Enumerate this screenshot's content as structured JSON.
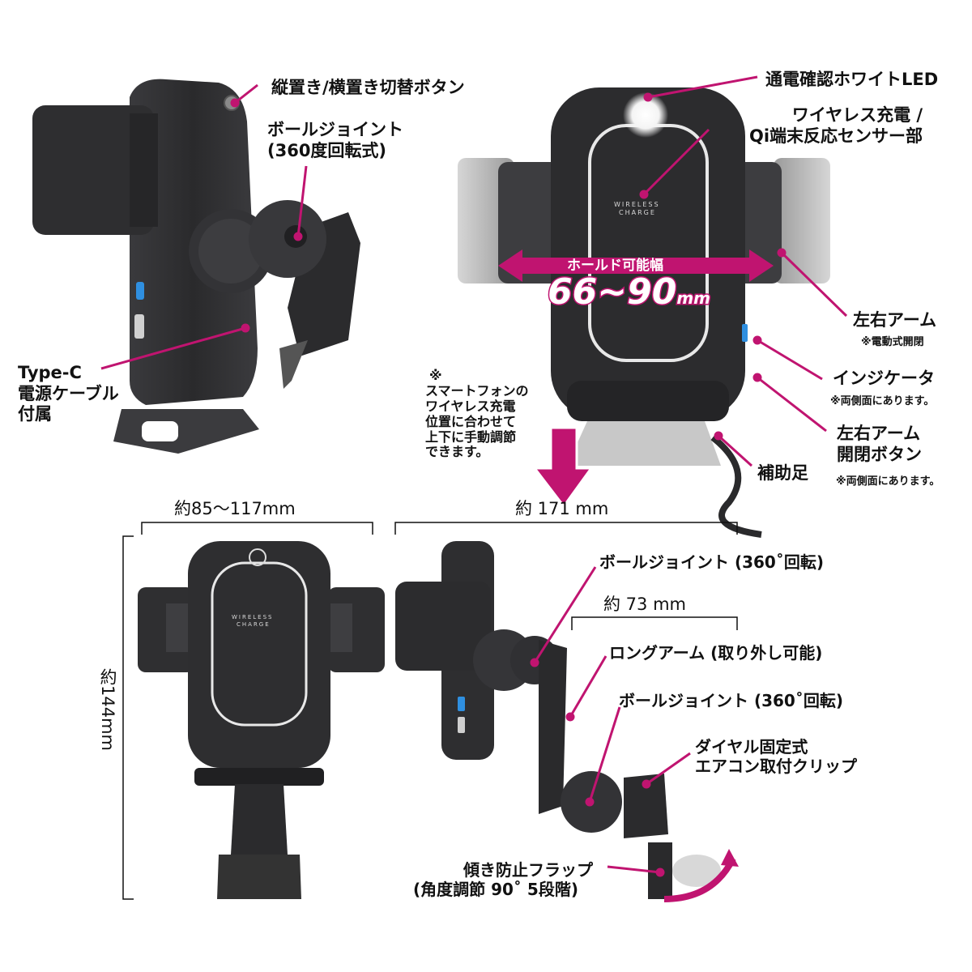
{
  "labels": {
    "orientation_button": "縦置き/横置き切替ボタン",
    "ball_joint_top_1": "ボールジョイント",
    "ball_joint_top_2": "(360度回転式)",
    "typec_1": "Type-C",
    "typec_2": "電源ケーブル",
    "typec_3": "付属",
    "led": "通電確認ホワイトLED",
    "sensor_1": "ワイヤレス充電 /",
    "sensor_2": "Qi端末反応センサー部",
    "arms": "左右アーム",
    "arms_note": "※電動式開閉",
    "indicator": "インジケータ",
    "indicator_note": "※両側面にあります。",
    "arm_button_1": "左右アーム",
    "arm_button_2": "開閉ボタン",
    "arm_button_note": "※両側面にあります。",
    "aux_foot": "補助足",
    "adjust_1": "※",
    "adjust_2": "スマートフォンの",
    "adjust_3": "ワイヤレス充電",
    "adjust_4": "位置に合わせて",
    "adjust_5": "上下に手動調節",
    "adjust_6": "できます。",
    "ball_joint_1": "ボールジョイント (360˚回転)",
    "long_arm": "ロングアーム (取り外し可能)",
    "ball_joint_2": "ボールジョイント (360˚回転)",
    "clip_1": "ダイヤル固定式",
    "clip_2": "エアコン取付クリップ",
    "flap_1": "傾き防止フラップ",
    "flap_2": "(角度調節 90˚ 5段階)"
  },
  "hold": {
    "title": "ホールド可能幅",
    "range": "66~90",
    "unit": "mm"
  },
  "dimensions": {
    "width": "約85～117mm",
    "depth": "約 171 mm",
    "arm": "約 73 mm",
    "height": "約144mm"
  },
  "device_text": {
    "brand_1": "WIRELESS",
    "brand_2": "CHARGE"
  },
  "colors": {
    "accent": "#c01470",
    "device": "#2e2e30",
    "device_light": "#4a4a4d",
    "led_blue": "#2f8fe0"
  }
}
